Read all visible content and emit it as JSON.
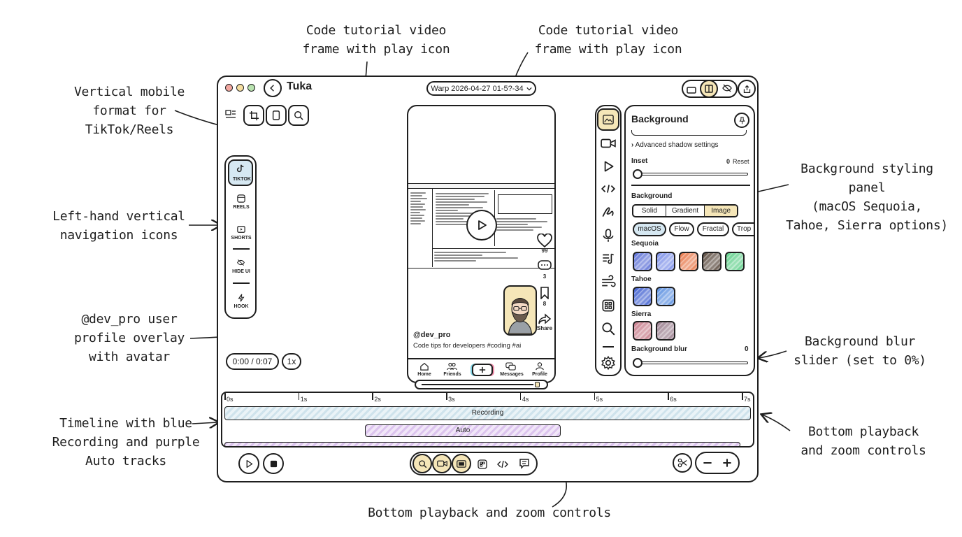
{
  "annotations": {
    "code_frame_1": "Code tutorial video\nframe with play icon",
    "code_frame_2": "Code tutorial video\nframe with play icon",
    "vertical_format": "Vertical mobile\nformat for\nTikTok/Reels",
    "left_nav": "Left-hand vertical\nnavigation icons",
    "profile_overlay": "@dev_pro user\nprofile overlay\nwith avatar",
    "timeline": "Timeline with blue\nRecording and purple\nAuto tracks",
    "bg_panel": "Background styling\npanel\n(macOS Sequoia,\nTahoe, Sierra options)",
    "bg_blur": "Background blur\nslider (set to 0%)",
    "bottom_controls_right": "Bottom playback\nand zoom controls",
    "bottom_controls_bottom": "Bottom playback and zoom controls"
  },
  "window": {
    "app_title": "Tuka",
    "recording_name": "Warp 2026-04-27 01-5?-34"
  },
  "left_nav": {
    "items": [
      {
        "label": "TIKTOK",
        "icon": "tiktok-icon"
      },
      {
        "label": "REELS",
        "icon": "reels-icon"
      },
      {
        "label": "SHORTS",
        "icon": "shorts-icon"
      },
      {
        "label": "HIDE UI",
        "icon": "hide-ui-icon"
      },
      {
        "label": "HOOK",
        "icon": "hook-icon"
      }
    ]
  },
  "playback": {
    "time": "0:00 / 0:07",
    "speed": "1x"
  },
  "phone": {
    "username": "@dev_pro",
    "caption": "Code tips for developers #coding #ai",
    "like_count": "99",
    "comment_count": "3",
    "save_count": "8",
    "share_label": "Share",
    "bottom_nav": [
      "Home",
      "Friends",
      "",
      "Messages",
      "Profile"
    ]
  },
  "panel": {
    "title": "Background",
    "advanced_shadow": "Advanced shadow settings",
    "inset_label": "Inset",
    "inset_value": "0",
    "reset_label": "Reset",
    "inset_fraction": 0,
    "background_label": "Background",
    "tabs": [
      "Solid",
      "Gradient",
      "Image"
    ],
    "active_tab": "Image",
    "chips": [
      "macOS",
      "Flow",
      "Fractal",
      "Trop"
    ],
    "active_chip": "macOS",
    "sequoia_label": "Sequoia",
    "sequoia_colors": [
      "#5b6fd6",
      "#7a8ee8",
      "#e8784a",
      "#5a4a3e",
      "#5fcf8a"
    ],
    "tahoe_label": "Tahoe",
    "tahoe_colors": [
      "#3f5fd0",
      "#5a8fe0"
    ],
    "sierra_label": "Sierra",
    "sierra_colors": [
      "#c77b8a",
      "#9a7e8e"
    ],
    "blur_label": "Background blur",
    "blur_value": "0",
    "blur_fraction": 0
  },
  "timeline": {
    "ticks": [
      "0s",
      "1s",
      "2s",
      "3s",
      "4s",
      "5s",
      "6s",
      "7s"
    ],
    "recording_label": "Recording",
    "auto_label": "Auto"
  },
  "colors": {
    "accent_yellow": "#f5e6b8",
    "recording_blue": "#cfe3ec",
    "auto_purple": "#dcc4ee",
    "chip_blue": "#d6e8f2"
  }
}
